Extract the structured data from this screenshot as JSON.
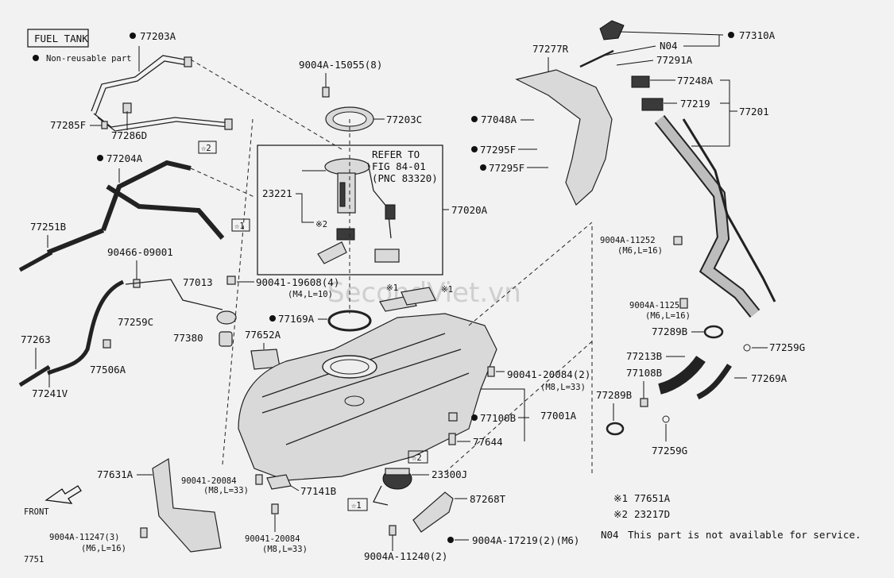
{
  "header": {
    "title": "FUEL TANK",
    "legend_dot_text": "Non-reusable part"
  },
  "watermark": "SecondViet.vn",
  "figure_number": "7751",
  "front_label": "FRONT",
  "refer": {
    "line1": "REFER TO",
    "line2": "FIG 84-01",
    "line3": "(PNC 83320)"
  },
  "callouts": {
    "p77203A": "77203A",
    "p77285F": "77285F",
    "p77286D": "77286D",
    "star2_a": "☆2",
    "p77204A": "77204A",
    "star1_a": "☆1",
    "p77251B": "77251B",
    "p90466": "90466-09001",
    "p77013": "77013",
    "p90041_19608": "90041-19608(4)",
    "p90041_19608_sub": "(M4,L=10)",
    "p77259C": "77259C",
    "p77263": "77263",
    "p77506A": "77506A",
    "p77380": "77380",
    "p77241V": "77241V",
    "p9004A_15055": "9004A-15055(8)",
    "p77203C": "77203C",
    "p23221": "23221",
    "x2_inner": "※2",
    "p77020A": "77020A",
    "p77169A": "77169A",
    "p77652A": "77652A",
    "x1_a": "※1",
    "x1_b": "※1",
    "p90041_20084_2": "90041-20084(2)",
    "p90041_20084_2_sub": "(M8,L=33)",
    "p77100B": "77100B",
    "p77001A": "77001A",
    "p77644": "77644",
    "star2_b": "☆2",
    "p23300J": "23300J",
    "star1_b": "☆1",
    "p87268T": "87268T",
    "p77631A": "77631A",
    "p90041_20084_a": "90041-20084",
    "p90041_20084_a_sub": "(M8,L=33)",
    "p77141B": "77141B",
    "p90041_20084_b": "90041-20084",
    "p90041_20084_b_sub": "(M8,L=33)",
    "p9004A_11247": "9004A-11247(3)",
    "p9004A_11247_sub": "(M6,L=16)",
    "p9004A_11240": "9004A-11240(2)",
    "p9004A_17219": "9004A-17219(2)(M6)",
    "p77277R": "77277R",
    "p77048A": "77048A",
    "p77295F_a": "77295F",
    "p77295F_b": "77295F",
    "p77310A": "77310A",
    "pN04": "N04",
    "p77291A": "77291A",
    "p77248A": "77248A",
    "p77219": "77219",
    "p77201": "77201",
    "p9004A_11252_a": "9004A-11252",
    "p9004A_11252_a_sub": "(M6,L=16)",
    "p9004A_11252_b": "9004A-11252",
    "p9004A_11252_b_sub": "(M6,L=16)",
    "p77289B_a": "77289B",
    "p77259G_a": "77259G",
    "p77213B": "77213B",
    "p77108B": "77108B",
    "p77269A": "77269A",
    "p77289B_b": "77289B",
    "p77259G_b": "77259G"
  },
  "notes": {
    "n1_mark": "※1",
    "n1_part": "77651A",
    "n2_mark": "※2",
    "n2_part": "23217D",
    "n04_code": "N04",
    "n04_text": "This part is not available for service."
  },
  "colors": {
    "background": "#f2f2f2",
    "ink": "#111111",
    "part_fill": "#d9d9d9",
    "dark_part": "#3a3a3a",
    "watermark": "#c9c9c9"
  }
}
